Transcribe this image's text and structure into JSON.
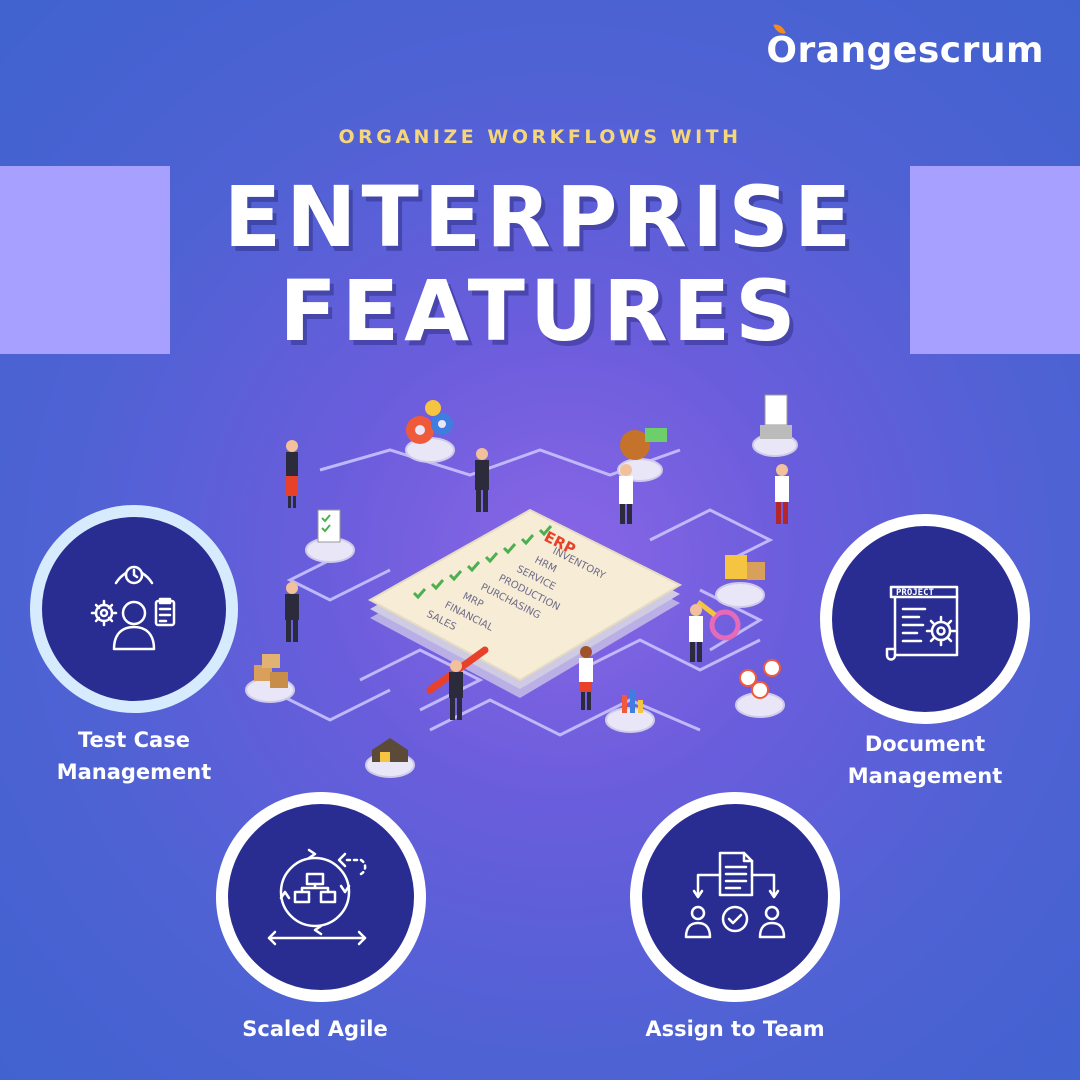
{
  "brand": {
    "name_rest": "rangescrum",
    "name_first": "O",
    "accent": "#f58a1f"
  },
  "header": {
    "subtitle": "ORGANIZE WORKFLOWS WITH",
    "title_line1": "ENTERPRISE",
    "title_line2": "FEATURES"
  },
  "erp_card": {
    "title": "ERP",
    "items": [
      "INVENTORY",
      "HRM",
      "SERVICE",
      "PRODUCTION",
      "PURCHASING",
      "MRP",
      "FINANCIAL",
      "SALES"
    ]
  },
  "features": {
    "test_case": {
      "label_line1": "Test Case",
      "label_line2": "Management",
      "icon": "test-case-icon"
    },
    "document": {
      "label_line1": "Document",
      "label_line2": "Management",
      "icon": "document-project-icon",
      "icon_text": "PROJECT"
    },
    "agile": {
      "label": "Scaled Agile",
      "icon": "scaled-agile-icon"
    },
    "team": {
      "label": "Assign to Team",
      "icon": "assign-team-icon"
    }
  },
  "colors": {
    "background": "#4f62d4",
    "circle_fill": "#292d92",
    "side_bar": "#a8a0ff",
    "subtitle": "#f5d67a"
  }
}
